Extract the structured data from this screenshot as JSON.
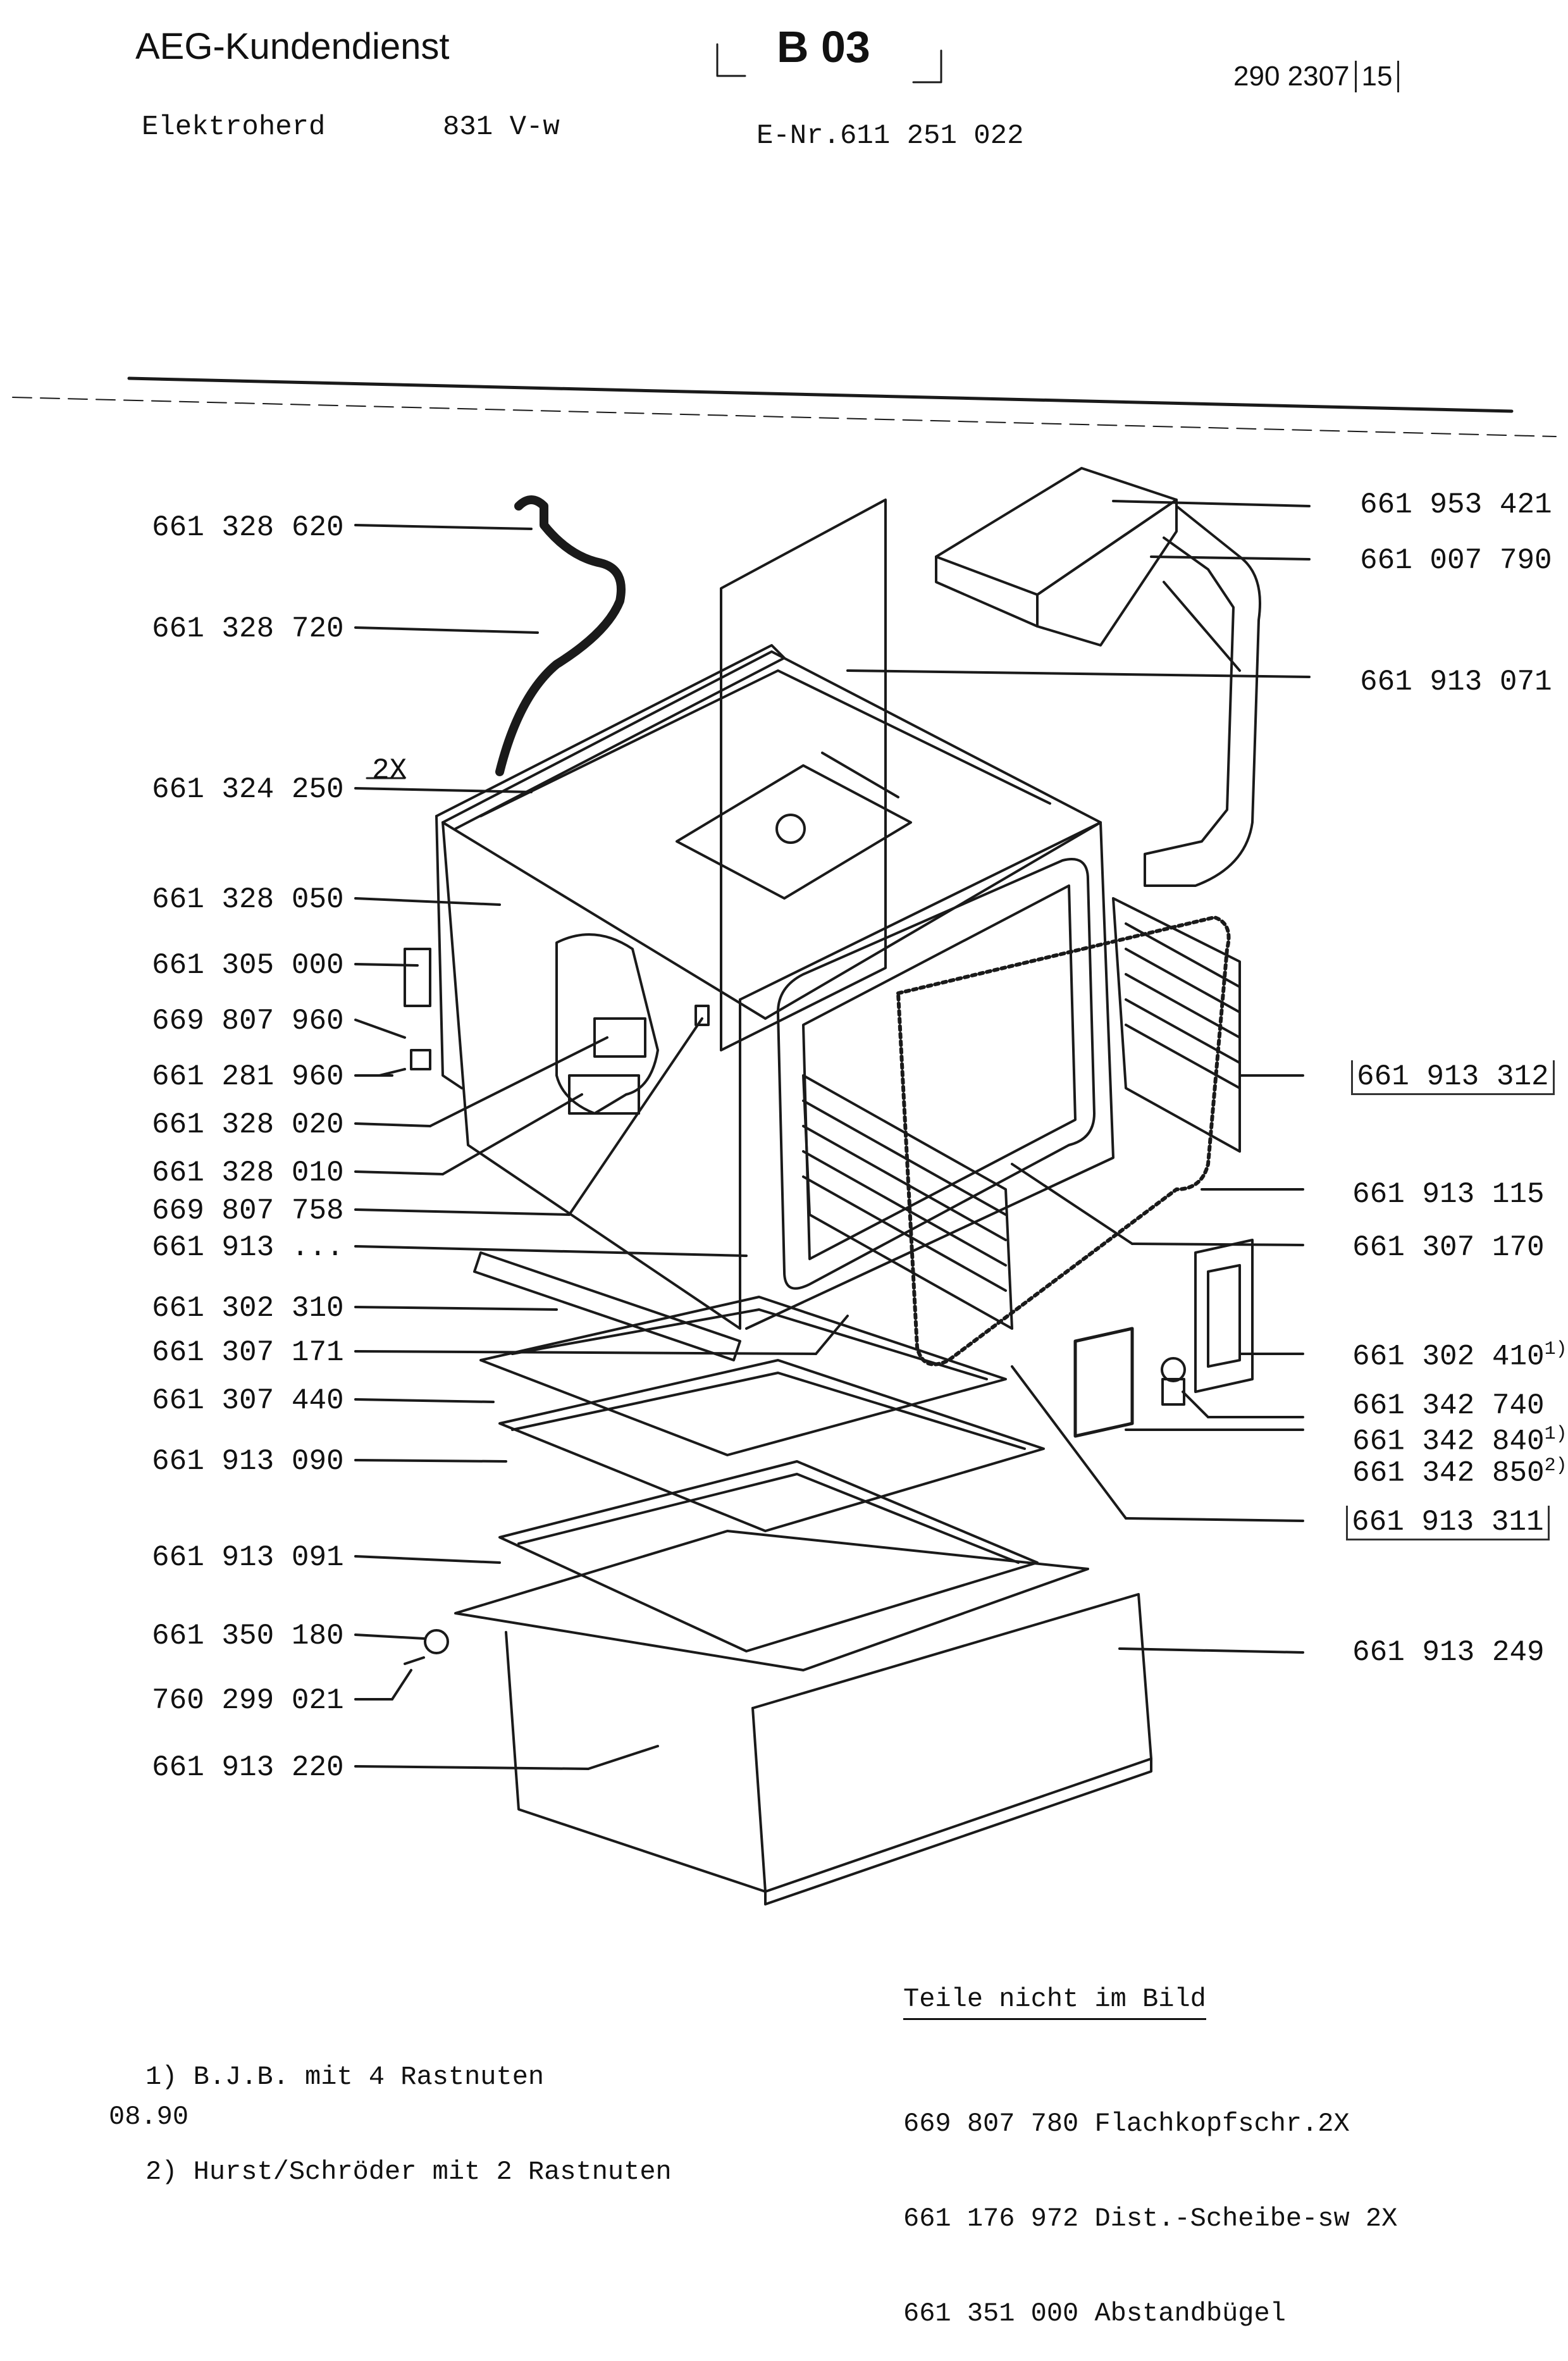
{
  "header": {
    "brand": "AEG-Kundendienst",
    "code": "B 03",
    "doc_number": "290 2307",
    "doc_page": "15",
    "appliance": "Elektroherd",
    "model": "831 V-w",
    "e_number": "E-Nr.611 251 022"
  },
  "parts_left": [
    {
      "number": "661 328 620"
    },
    {
      "number": "661 328 720"
    },
    {
      "number": "661 324 250",
      "qty": "2X"
    },
    {
      "number": "661 328 050"
    },
    {
      "number": "661 305 000"
    },
    {
      "number": "669 807 960"
    },
    {
      "number": "661 281 960"
    },
    {
      "number": "661 328 020"
    },
    {
      "number": "661 328 010"
    },
    {
      "number": "669 807 758"
    },
    {
      "number": "661 913 ..."
    },
    {
      "number": "661 302 310"
    },
    {
      "number": "661 307 171"
    },
    {
      "number": "661 307 440"
    },
    {
      "number": "661 913 090"
    },
    {
      "number": "661 913 091"
    },
    {
      "number": "661 350 180"
    },
    {
      "number": "760 299 021"
    },
    {
      "number": "661 913 220"
    }
  ],
  "parts_right": [
    {
      "number": "661 953 421"
    },
    {
      "number": "661 007 790"
    },
    {
      "number": "661 913 071"
    },
    {
      "number": "661 913 312"
    },
    {
      "number": "661 913 115"
    },
    {
      "number": "661 307 170"
    },
    {
      "number": "661 302 410",
      "note": "1)"
    },
    {
      "number": "661 342 740"
    },
    {
      "number": "661 342 840",
      "note": "1)"
    },
    {
      "number": "661 342 850",
      "note": "2)"
    },
    {
      "number": "661 913 311"
    },
    {
      "number": "661 913 249"
    }
  ],
  "footnotes": [
    "1) B.J.B. mit 4 Rastnuten",
    "2) Hurst/Schröder mit 2 Rastnuten"
  ],
  "not_shown": {
    "heading": "Teile nicht im Bild",
    "items": [
      "669 807 780 Flachkopfschr.2X",
      "661 176 972 Dist.-Scheibe-sw 2X",
      "661 351 000 Abstandbügel"
    ]
  },
  "date": "08.90"
}
